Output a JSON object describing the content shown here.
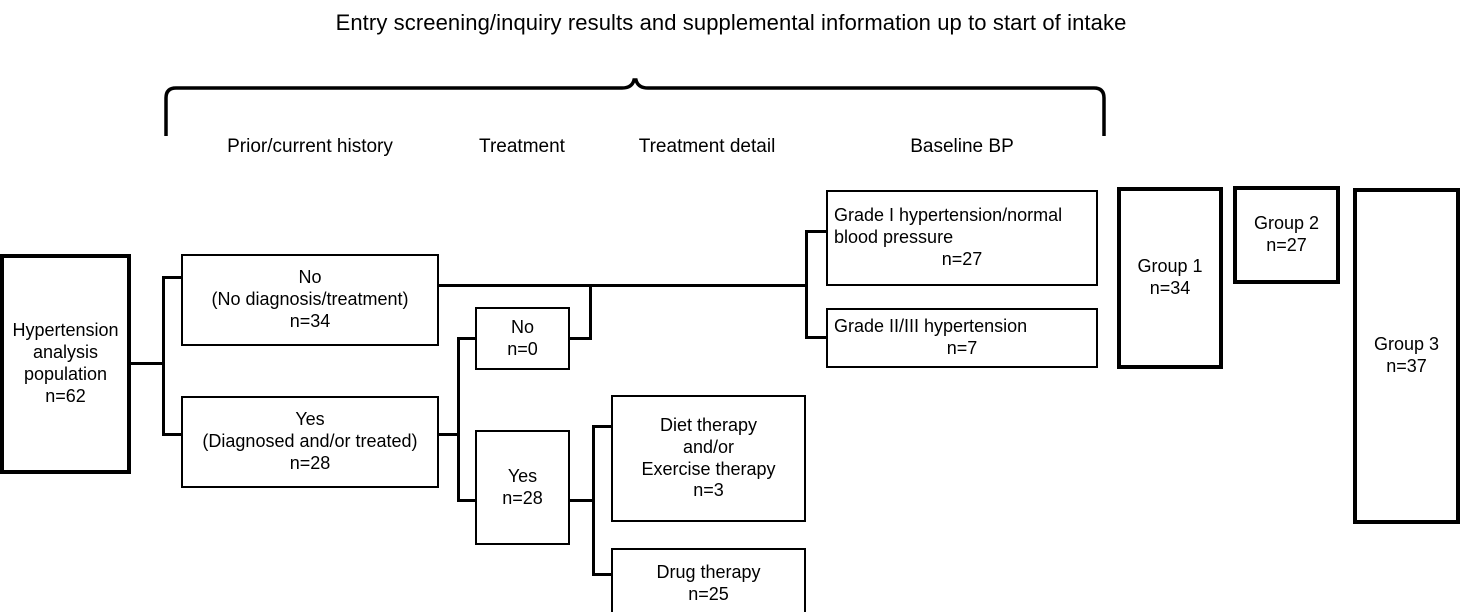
{
  "header": {
    "title": "Entry screening/inquiry results and supplemental information up to start of intake",
    "brace_icon": "curly-brace-icon"
  },
  "columns": [
    {
      "label": "Prior/current history"
    },
    {
      "label": "Treatment"
    },
    {
      "label": "Treatment detail"
    },
    {
      "label": "Baseline BP"
    }
  ],
  "nodes": {
    "population": {
      "l1": "Hypertension",
      "l2": "analysis",
      "l3": "population",
      "l4": "n=62"
    },
    "history_no": {
      "l1": "No",
      "l2": "(No diagnosis/treatment)",
      "l3": "n=34"
    },
    "history_yes": {
      "l1": "Yes",
      "l2": "(Diagnosed and/or treated)",
      "l3": "n=28"
    },
    "treatment_no": {
      "l1": "No",
      "l2": "n=0"
    },
    "treatment_yes": {
      "l1": "Yes",
      "l2": "n=28"
    },
    "diet_exercise": {
      "l1": "Diet therapy",
      "l2": "and/or",
      "l3": "Exercise therapy",
      "l4": "n=3"
    },
    "drug": {
      "l1": "Drug therapy",
      "l2": "n=25"
    },
    "grade1": {
      "l1": "Grade I hypertension/normal",
      "l2": "blood pressure",
      "l3": "n=27"
    },
    "grade23": {
      "l1": "Grade II/III hypertension",
      "l2": "n=7"
    },
    "group1": {
      "l1": "Group 1",
      "l2": "n=34"
    },
    "group2": {
      "l1": "Group 2",
      "l2": "n=27"
    },
    "group3": {
      "l1": "Group 3",
      "l2": "n=37"
    }
  },
  "chart_data": {
    "type": "diagram",
    "title": "Entry screening/inquiry results and supplemental information up to start of intake",
    "stages": [
      "Prior/current history",
      "Treatment",
      "Treatment detail",
      "Baseline BP"
    ],
    "nodes": [
      {
        "id": "population",
        "label": "Hypertension analysis population",
        "n": 62
      },
      {
        "id": "history_no",
        "label": "No (No diagnosis/treatment)",
        "n": 34,
        "stage": "Prior/current history"
      },
      {
        "id": "history_yes",
        "label": "Yes (Diagnosed and/or treated)",
        "n": 28,
        "stage": "Prior/current history"
      },
      {
        "id": "treatment_no",
        "label": "No",
        "n": 0,
        "stage": "Treatment"
      },
      {
        "id": "treatment_yes",
        "label": "Yes",
        "n": 28,
        "stage": "Treatment"
      },
      {
        "id": "diet_exercise",
        "label": "Diet therapy and/or Exercise therapy",
        "n": 3,
        "stage": "Treatment detail"
      },
      {
        "id": "drug",
        "label": "Drug therapy",
        "n": 25,
        "stage": "Treatment detail"
      },
      {
        "id": "grade1",
        "label": "Grade I hypertension/normal blood pressure",
        "n": 27,
        "stage": "Baseline BP"
      },
      {
        "id": "grade23",
        "label": "Grade II/III hypertension",
        "n": 7,
        "stage": "Baseline BP"
      },
      {
        "id": "group1",
        "label": "Group 1",
        "n": 34
      },
      {
        "id": "group2",
        "label": "Group 2",
        "n": 27
      },
      {
        "id": "group3",
        "label": "Group 3",
        "n": 37
      }
    ],
    "edges": [
      {
        "from": "population",
        "to": "history_no"
      },
      {
        "from": "population",
        "to": "history_yes"
      },
      {
        "from": "history_yes",
        "to": "treatment_no"
      },
      {
        "from": "history_yes",
        "to": "treatment_yes"
      },
      {
        "from": "treatment_yes",
        "to": "diet_exercise"
      },
      {
        "from": "treatment_yes",
        "to": "drug"
      },
      {
        "from": "history_no",
        "to": "grade1"
      },
      {
        "from": "treatment_no",
        "to": "grade1"
      },
      {
        "from": "history_no",
        "to": "grade23"
      },
      {
        "from": "treatment_no",
        "to": "grade23"
      }
    ]
  }
}
